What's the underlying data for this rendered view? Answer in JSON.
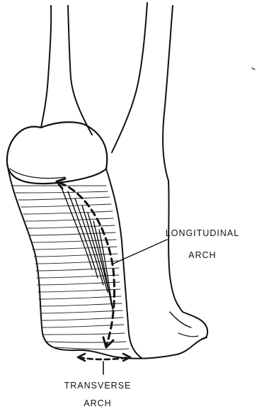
{
  "labels": {
    "longitudinal_line1": "LONGITUDINAL",
    "longitudinal_line2": "ARCH",
    "transverse_line1": "TRANSVERSE",
    "transverse_line2": "ARCH"
  },
  "colors": {
    "ink": "#111111",
    "paper": "#ffffff"
  }
}
